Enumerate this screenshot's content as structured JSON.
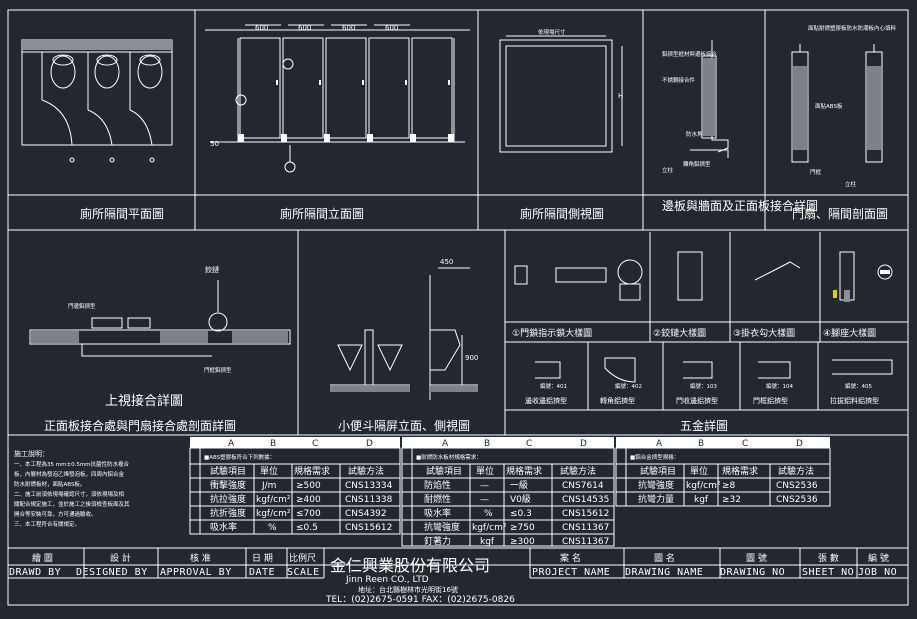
{
  "panel_captions": {
    "plan": "廁所隔間平面圖",
    "elevation": "廁所隔間立面圖",
    "side": "廁所隔間側視圖",
    "edge_detail": "邊板與牆面及正面板接合詳圖",
    "door_section": "門扇、隔間剖面圖",
    "top_joint": "上視接合詳圖",
    "front_joint": "正面板接合處與門扇接合處剖面詳圖",
    "urinal": "小便斗隔屏立面、側視圖",
    "hardware": "五金詳圖"
  },
  "dims": {
    "w600": [
      "600",
      "600",
      "600",
      "600"
    ],
    "h": "H",
    "w450": "450",
    "h900": "900",
    "offset": "50",
    "depth": "依現場尺寸"
  },
  "drawing_labels": {
    "hinge": "鉸鏈",
    "door_profile": "門邊鋁擠型",
    "frame_profile": "門框鋁擠型",
    "abs_panel": "面貼ABS板",
    "door_section_top": "面貼耐燃塑膠板防水防潮板內心填料",
    "door_frame": "門框",
    "foot_base": "立柱",
    "edge_a": "鋁擠型框材與邊板接合",
    "edge_b": "不銹鋼接合件",
    "edge_c": "防水角",
    "edge_d": "轉角鋁擠型",
    "edge_e": "立柱"
  },
  "hardware_titles": [
    "①門鎖指示鎖大樣圖",
    "②鉸鏈大樣圖",
    "③掛衣勾大樣圖",
    "④腳座大樣圖"
  ],
  "profile_labels": [
    "邊收邊鋁擠型",
    "轉角鋁擠型",
    "門收邊鋁擠型",
    "門框鋁擠型",
    "拉拔鋁料鋁擠型"
  ],
  "profile_nums": [
    "編號：401",
    "編號：402",
    "編號：103",
    "編號：104",
    "編號：405"
  ],
  "notes": {
    "title": "施工說明：",
    "lines": [
      "一、本工程為35 mm±0.5mm抗菌性防水複合",
      "板，內層材為發泡乙烯發泡板，四周內鋁合金",
      "防水耐燃板材，面貼ABS板。",
      "二、施工前須依現場確認尺寸，須依現場及相",
      "關配合規定施工，並於施工之後須檢查板面及其",
      "開合等安裝可靠，方可通過驗收。",
      "三、本工程符合有關規定。"
    ]
  },
  "spec_tables": [
    {
      "cols": [
        "A",
        "B",
        "C",
        "D"
      ],
      "title": "■ABS塑膠板符合下列數據：",
      "header": [
        "試驗項目",
        "單位",
        "規格需求",
        "試驗方法"
      ],
      "rows": [
        [
          "衝擊強度",
          "J/m",
          "≥500",
          "CNS13334"
        ],
        [
          "抗拉強度",
          "kgf/cm²",
          "≥400",
          "CNS11338"
        ],
        [
          "抗折強度",
          "kgf/cm²",
          "≤700",
          "CNS4392"
        ],
        [
          "吸水率",
          "%",
          "≤0.5",
          "CNS15612"
        ]
      ]
    },
    {
      "cols": [
        "A",
        "B",
        "C",
        "D"
      ],
      "title": "■耐燃防水板材規格需求：",
      "header": [
        "試驗項目",
        "單位",
        "規格需求",
        "試驗方法"
      ],
      "rows": [
        [
          "防焰性",
          "—",
          "一級",
          "CNS7614"
        ],
        [
          "耐燃性",
          "—",
          "V0級",
          "CNS14535"
        ],
        [
          "吸水率",
          "%",
          "≤0.3",
          "CNS15612"
        ],
        [
          "抗彎強度",
          "kgf/cm²",
          "≥750",
          "CNS11367"
        ],
        [
          "釘著力",
          "kgf",
          "≥300",
          "CNS11367"
        ]
      ]
    },
    {
      "cols": [
        "A",
        "B",
        "C",
        "D"
      ],
      "title": "■鋁合金擠型規格：",
      "header": [
        "試驗項目",
        "單位",
        "規格需求",
        "試驗方法"
      ],
      "rows": [
        [
          "抗彎強度",
          "kgf/cm²",
          "≥8",
          "CNS2536"
        ],
        [
          "抗彎力量",
          "kgf",
          "≥32",
          "CNS2536"
        ]
      ]
    }
  ],
  "title_block": {
    "drawn": {
      "zh": "繪 圖",
      "en": "DRAWD BY"
    },
    "design": {
      "zh": "設 計",
      "en": "DESIGNED BY"
    },
    "approval": {
      "zh": "核 准",
      "en": "APPROVAL BY"
    },
    "date": {
      "zh": "日 期",
      "en": "DATE"
    },
    "scale": {
      "zh": "比例尺",
      "en": "SCALE"
    },
    "company_zh": "金仁興業股份有限公司",
    "company_en": "Jinn  Reen  CO., LTD",
    "address": "地址：台北縣樹林市光明街16號",
    "tel": "TEL：(02)2675-0591 FAX：(02)2675-0826",
    "project": {
      "zh": "案 名",
      "en": "PROJECT NAME"
    },
    "drawing": {
      "zh": "圖 名",
      "en": "DRAWING NAME"
    },
    "drawing_no": {
      "zh": "圖 號",
      "en": "DRAWING NO"
    },
    "sheet": {
      "zh": "張 數",
      "en": "SHEET NO"
    },
    "job": {
      "zh": "編 號",
      "en": "JOB NO"
    }
  }
}
